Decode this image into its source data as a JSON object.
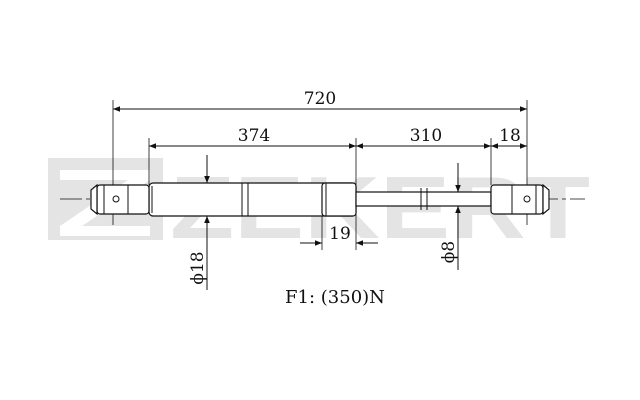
{
  "brand": {
    "watermark_text": "ZEKERT",
    "watermark_color": "#e4e4e4"
  },
  "dimensions": {
    "overall_length": "720",
    "body_length": "374",
    "rod_length": "310",
    "end_fitting": "18",
    "offset": "19",
    "body_diameter": "ϕ18",
    "rod_diameter": "ϕ8"
  },
  "spec": {
    "force_label": "F1: (350)N"
  },
  "colors": {
    "line": "#111111",
    "background": "#ffffff"
  }
}
